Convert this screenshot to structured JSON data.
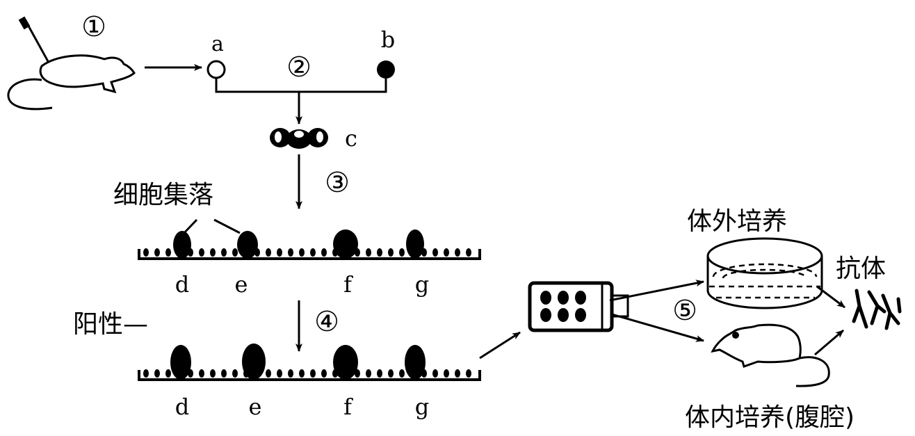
{
  "steps": {
    "s1": "①",
    "s2": "②",
    "s3": "③",
    "s4": "④",
    "s5": "⑤"
  },
  "cells": {
    "a": "a",
    "b": "b",
    "c": "c"
  },
  "colony_label": "细胞集落",
  "plate1_labels": [
    "d",
    "e",
    "f",
    "g"
  ],
  "plate2_labels": [
    "d",
    "e",
    "f",
    "g"
  ],
  "positive_label": "阳性—",
  "in_vitro_label": "体外培养",
  "antibody_label": "抗体",
  "in_vivo_label": "体内培养(腹腔)"
}
